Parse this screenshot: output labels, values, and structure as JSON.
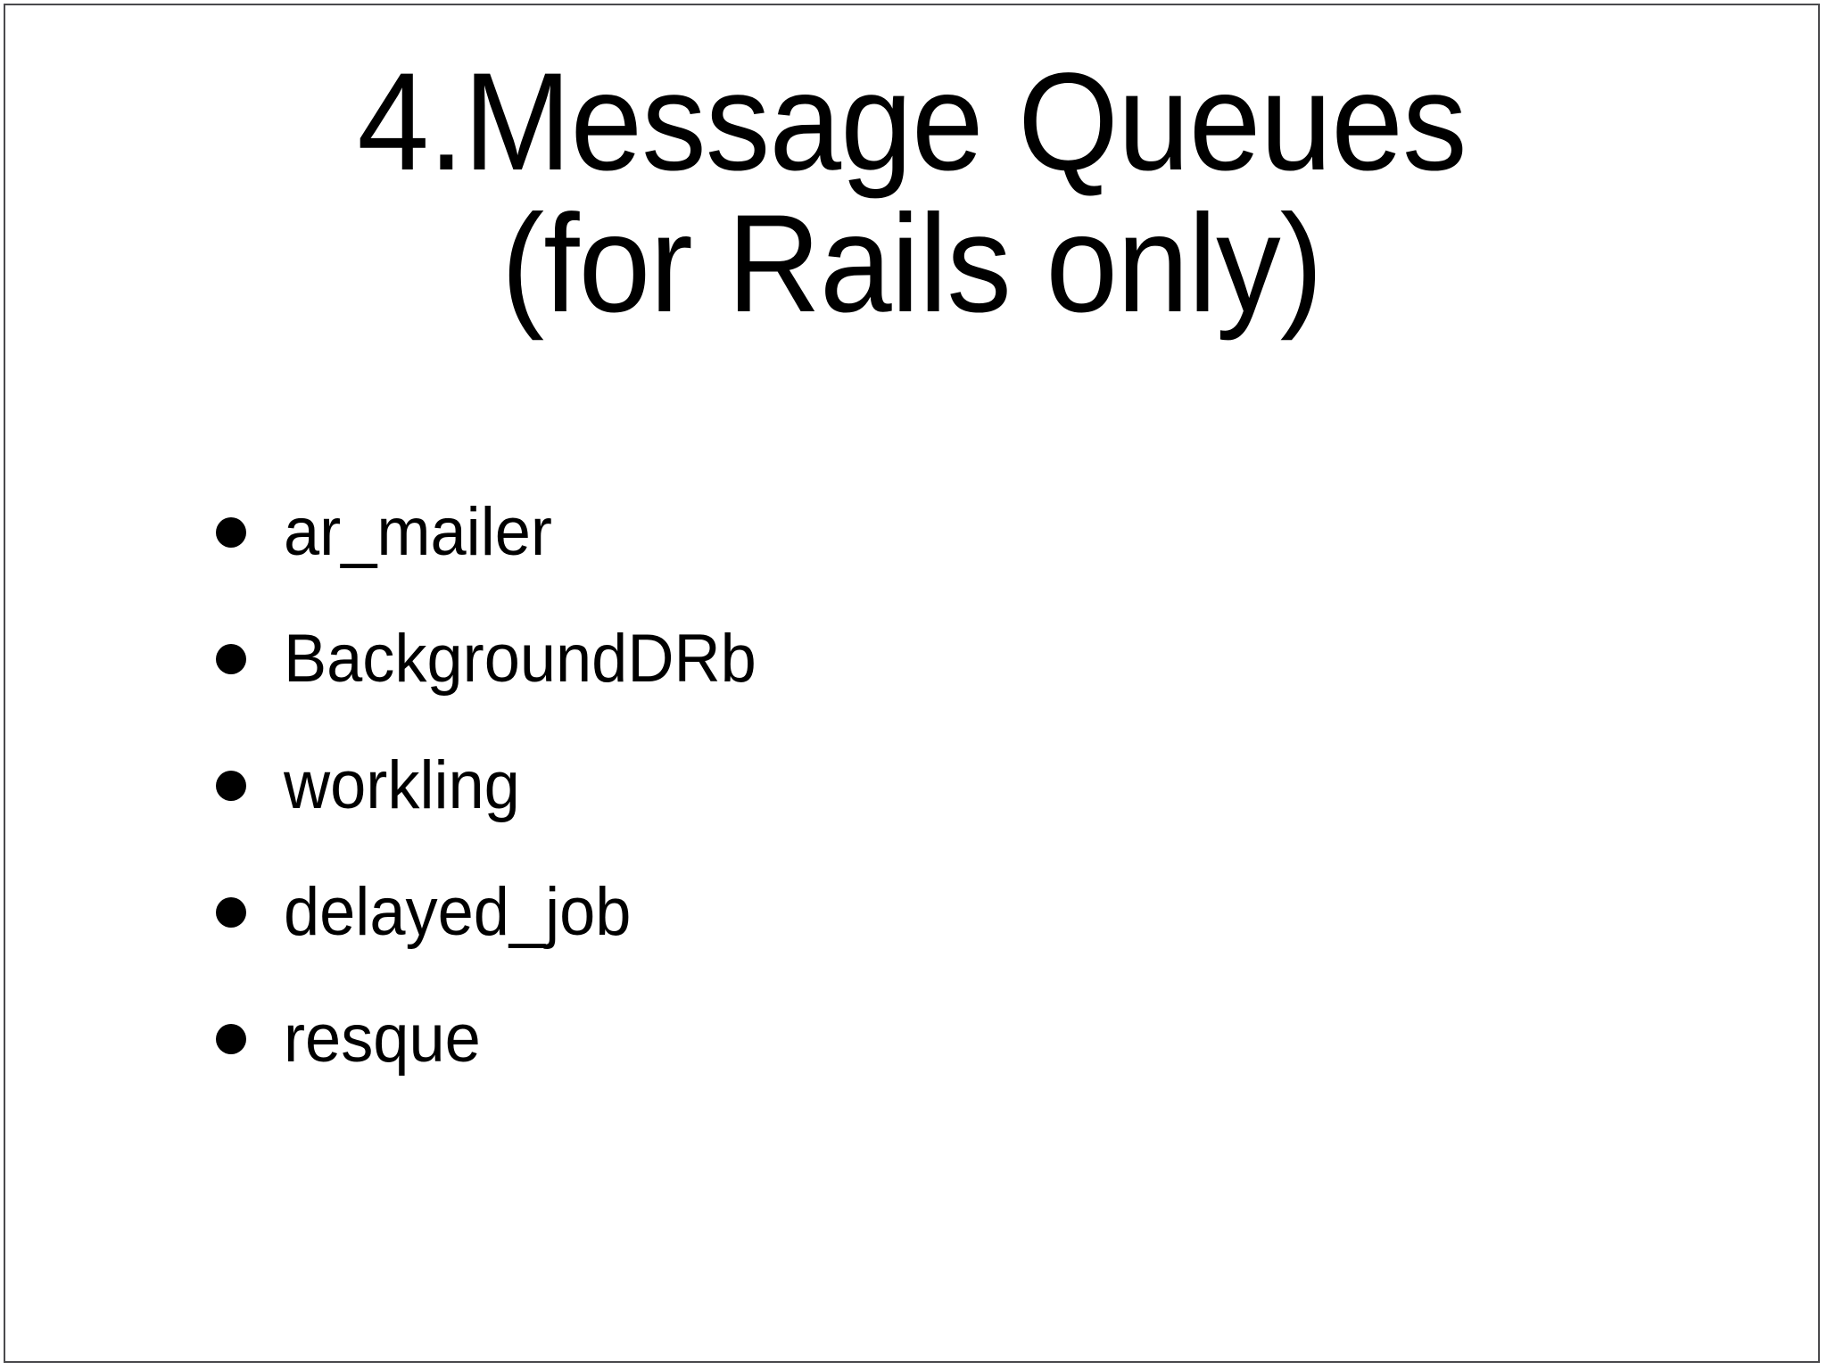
{
  "slide": {
    "background_color": "#ffffff",
    "border_color": "#4a4a4d",
    "text_color": "#000000",
    "title": {
      "line1": "4.Message Queues",
      "line2": "(for Rails only)",
      "full": "4.Message Queues (for Rails only)"
    },
    "bullets": [
      {
        "label": "ar_mailer"
      },
      {
        "label": "BackgroundDRb"
      },
      {
        "label": "workling"
      },
      {
        "label": "delayed_job"
      },
      {
        "label": "resque"
      }
    ]
  }
}
